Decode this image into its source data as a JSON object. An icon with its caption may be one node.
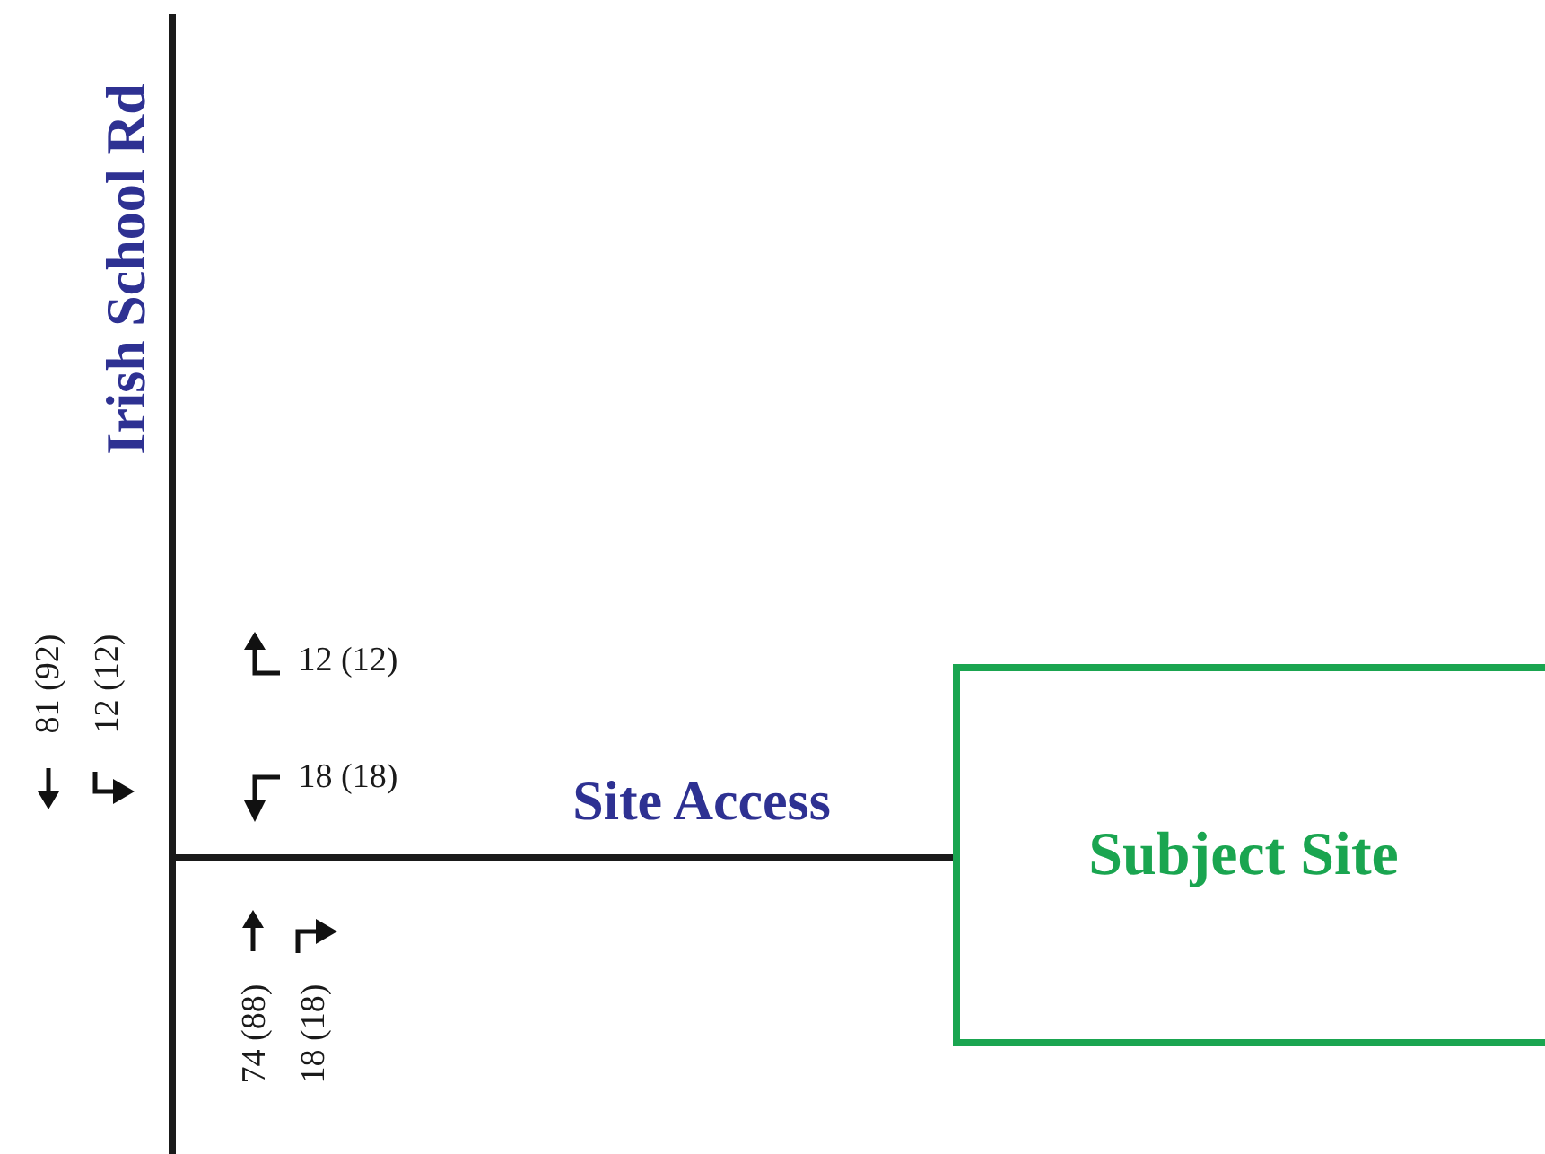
{
  "diagram": {
    "nodes": [
      {
        "text": [
          "Subject Site"
        ]
      }
    ],
    "labels": [
      "Irish School Rd",
      "81 (92)",
      "12 (12)",
      "12 (12)",
      "18 (18)",
      "Site Access",
      "74 (88)",
      "18 (18)"
    ]
  }
}
